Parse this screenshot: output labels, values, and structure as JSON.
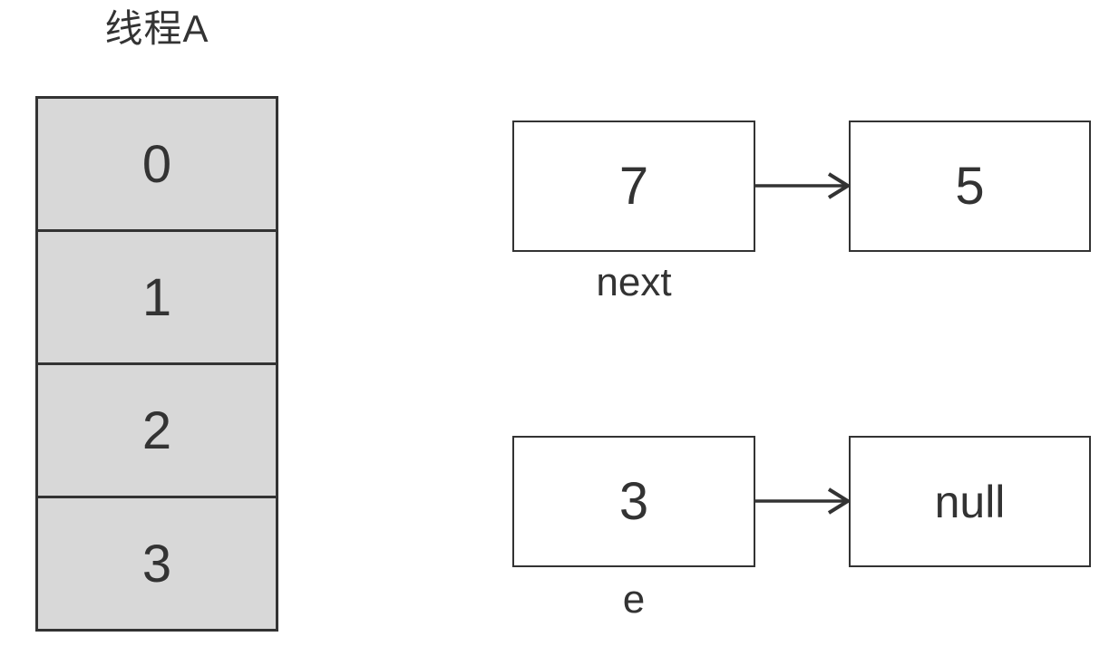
{
  "stack": {
    "title": "线程A",
    "cells": [
      "0",
      "1",
      "2",
      "3"
    ]
  },
  "nodes": {
    "pairs": [
      {
        "value": "7",
        "pointee": "5",
        "label": "next"
      },
      {
        "value": "3",
        "pointee": "null",
        "label": "e"
      }
    ]
  },
  "icons": {
    "arrow": "arrow-right-icon"
  },
  "colors": {
    "cell_fill": "#d8d8d8",
    "line": "#333333",
    "text": "#333333",
    "background": "#ffffff"
  }
}
